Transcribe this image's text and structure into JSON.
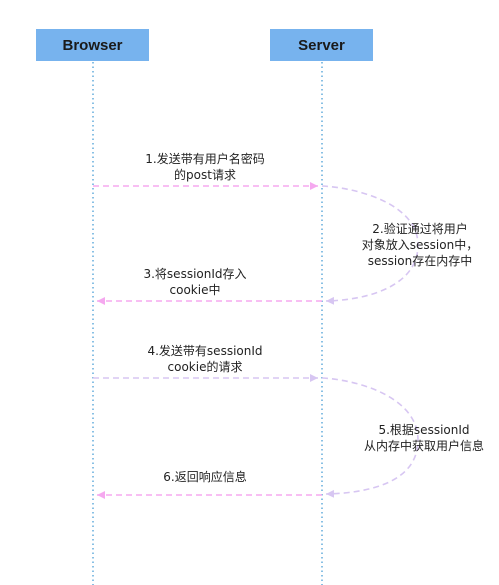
{
  "participants": {
    "browser": "Browser",
    "server": "Server"
  },
  "messages": [
    {
      "lines": [
        "1.发送带有用户名密码",
        "的post请求"
      ]
    },
    {
      "lines": [
        "2.验证通过将用户",
        "对象放入session中，",
        "session存在内存中"
      ]
    },
    {
      "lines": [
        "3.将sessionId存入",
        "cookie中"
      ]
    },
    {
      "lines": [
        "4.发送带有sessionId",
        "cookie的请求"
      ]
    },
    {
      "lines": [
        "5.根据sessionId",
        "从内存中获取用户信息"
      ]
    },
    {
      "lines": [
        "6.返回响应信息"
      ]
    }
  ],
  "colors": {
    "participant_fill": "#77b3ee",
    "lifeline": "#3b97d3",
    "arrow_pink": "#f5a8ef",
    "arrow_lavender": "#d7c6f2"
  }
}
